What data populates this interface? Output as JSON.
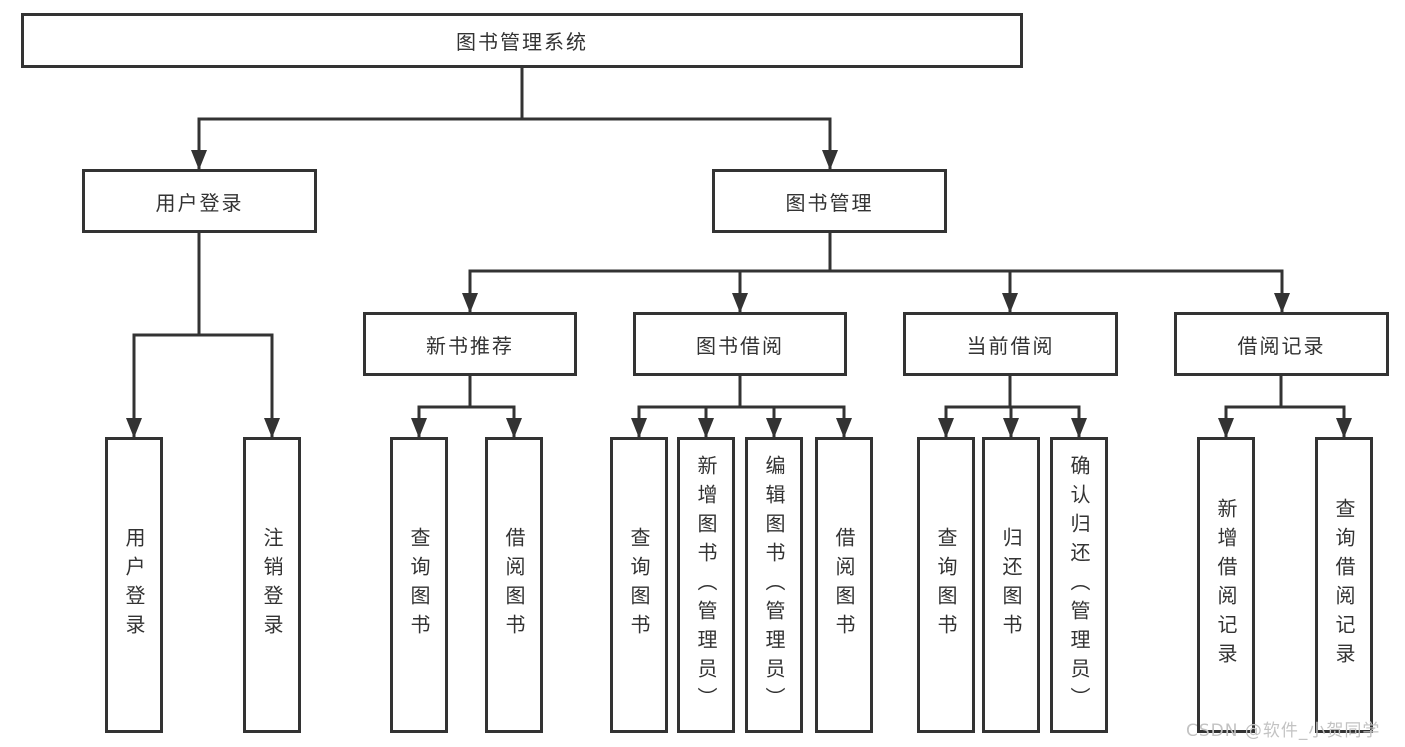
{
  "tree": {
    "root": {
      "label": "图书管理系统",
      "children": [
        {
          "label": "用户登录",
          "children": [
            {
              "label": "用户登录"
            },
            {
              "label": "注销登录"
            }
          ]
        },
        {
          "label": "图书管理",
          "children": [
            {
              "label": "新书推荐",
              "children": [
                {
                  "label": "查询图书"
                },
                {
                  "label": "借阅图书"
                }
              ]
            },
            {
              "label": "图书借阅",
              "children": [
                {
                  "label": "查询图书"
                },
                {
                  "label": "新增图书（管理员）"
                },
                {
                  "label": "编辑图书（管理员）"
                },
                {
                  "label": "借阅图书"
                }
              ]
            },
            {
              "label": "当前借阅",
              "children": [
                {
                  "label": "查询图书"
                },
                {
                  "label": "归还图书"
                },
                {
                  "label": "确认归还（管理员）"
                }
              ]
            },
            {
              "label": "借阅记录",
              "children": [
                {
                  "label": "新增借阅记录"
                },
                {
                  "label": "查询借阅记录"
                }
              ]
            }
          ]
        }
      ]
    }
  },
  "watermark": {
    "text": "CSDN @软件_小贺同学"
  },
  "colors": {
    "line": "#333333",
    "node_border": "#333333",
    "text": "#333333",
    "background": "#ffffff",
    "watermark": "#c3c3c3"
  }
}
